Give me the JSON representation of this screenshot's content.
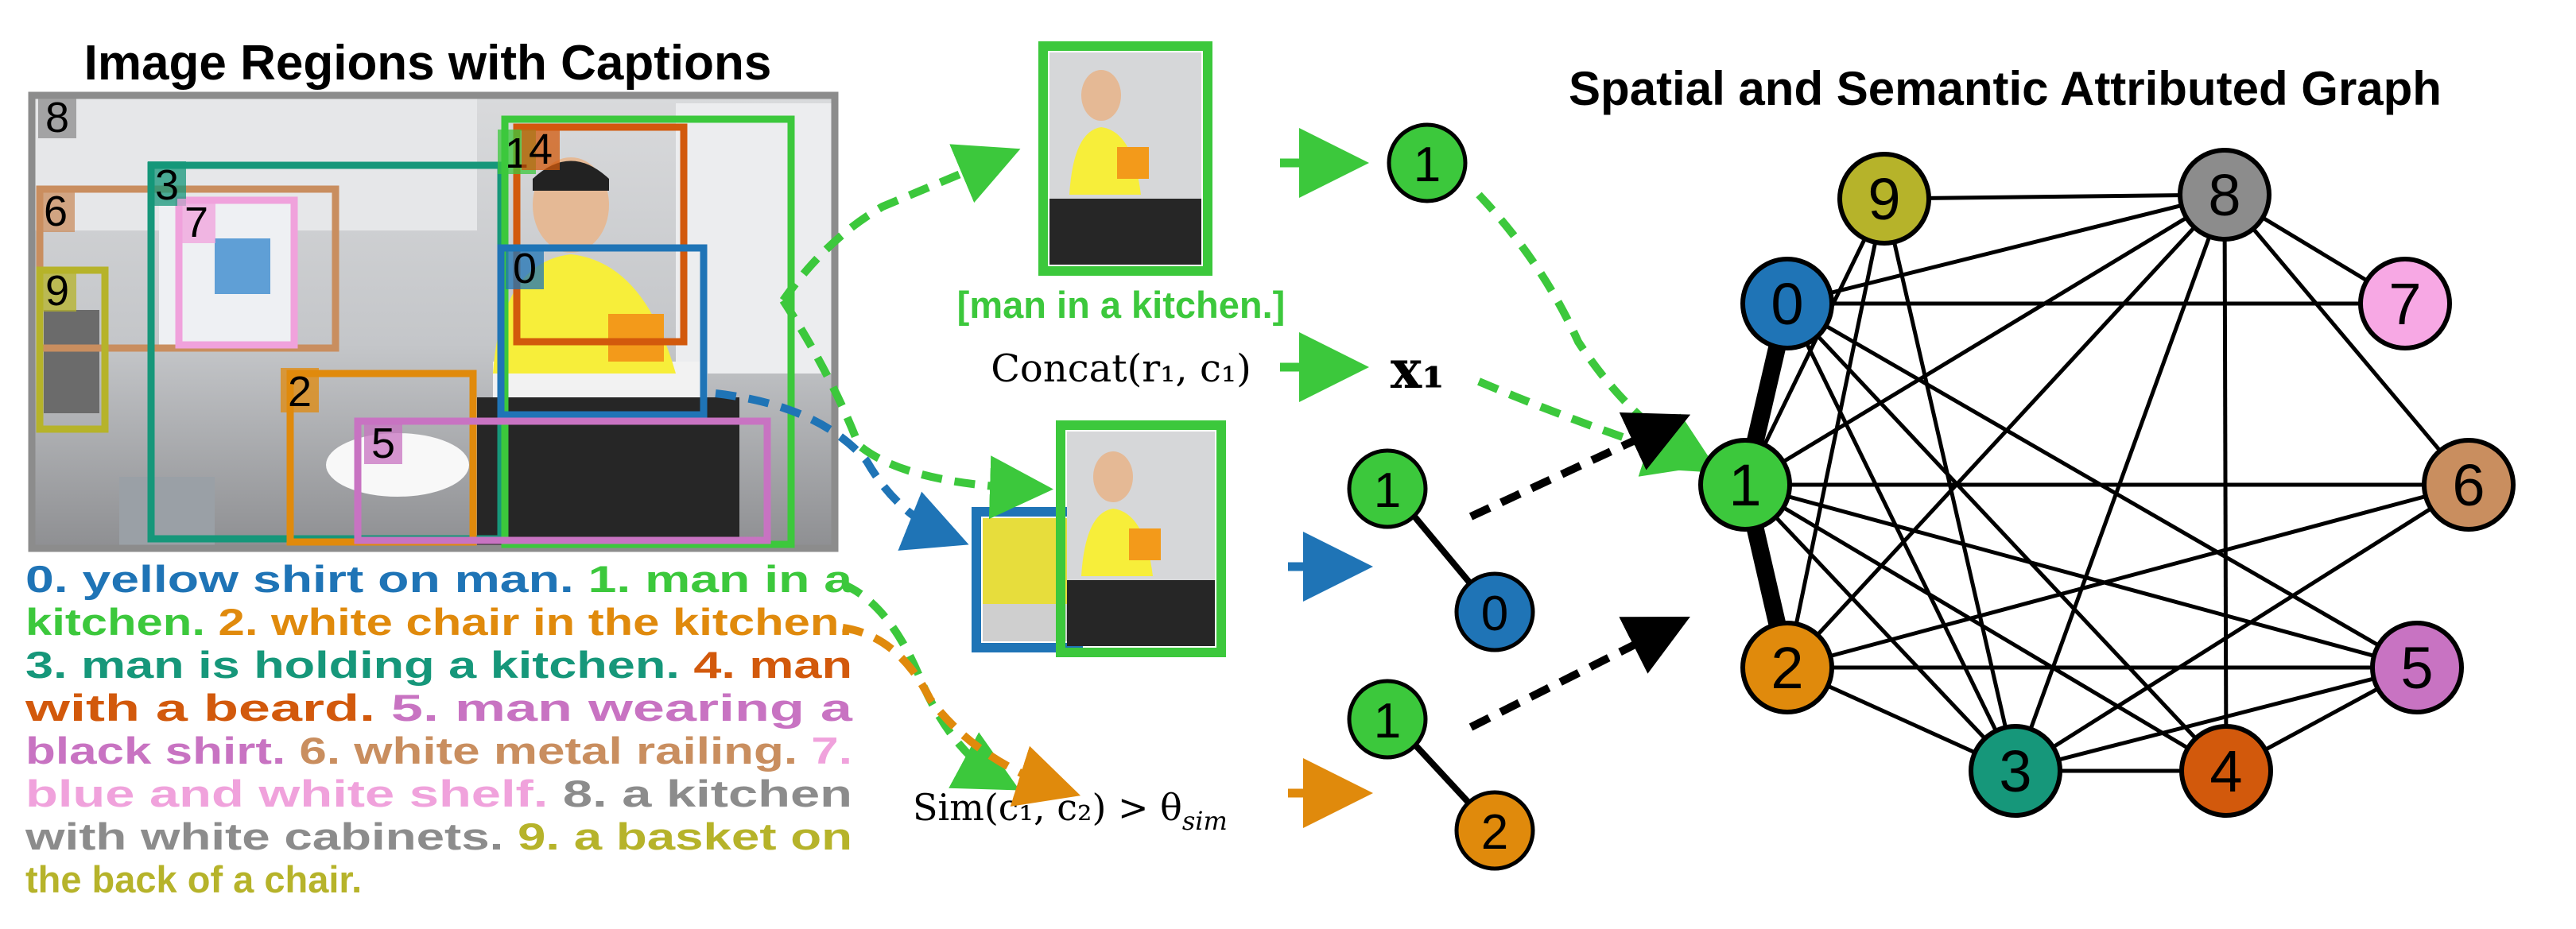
{
  "left_title": "Image Regions with Captions",
  "right_title": "Spatial and Semantic Attributed Graph",
  "region_labels": [
    "0",
    "1",
    "2",
    "3",
    "4",
    "5",
    "6",
    "7",
    "8",
    "9"
  ],
  "captions": [
    {
      "num": "0.",
      "text": "yellow shirt on man.",
      "color": "#1f74b6"
    },
    {
      "num": "1.",
      "text": "man in a kitchen.",
      "color": "#3cc83c"
    },
    {
      "num": "2.",
      "text": "white chair in the kitchen.",
      "color": "#e08a0c"
    },
    {
      "num": "3.",
      "text": "man is holding a kitchen.",
      "color": "#16977a"
    },
    {
      "num": "4.",
      "text": "man with a beard.",
      "color": "#d2590c"
    },
    {
      "num": "5.",
      "text": "man wearing a black shirt.",
      "color": "#c873c2"
    },
    {
      "num": "6.",
      "text": "white metal railing.",
      "color": "#c98e5f"
    },
    {
      "num": "7.",
      "text": "blue and white shelf.",
      "color": "#f0a2dc"
    },
    {
      "num": "8.",
      "text": "a kitchen with white cabinets.",
      "color": "#8c8c8c"
    },
    {
      "num": "9.",
      "text": "a basket on the back of a chair.",
      "color": "#b6b32a"
    }
  ],
  "caption_lines": [
    [
      [
        "0",
        "0. yellow shirt on man. "
      ],
      [
        "1",
        "1. man in a"
      ]
    ],
    [
      [
        "1",
        "kitchen. "
      ],
      [
        "2",
        "2. white chair in the kitchen."
      ]
    ],
    [
      [
        "3",
        "3. man is holding a kitchen. "
      ],
      [
        "4",
        "4. man"
      ]
    ],
    [
      [
        "4",
        "with a beard. "
      ],
      [
        "5",
        "5. man wearing a"
      ]
    ],
    [
      [
        "5",
        "black shirt. "
      ],
      [
        "6",
        "6. white metal railing. "
      ],
      [
        "7",
        "7."
      ]
    ],
    [
      [
        "7",
        "blue and white shelf. "
      ],
      [
        "8",
        "8. a kitchen"
      ]
    ],
    [
      [
        "8",
        "with white cabinets. "
      ],
      [
        "9",
        "9. a basket on"
      ]
    ],
    [
      [
        "9",
        "the back of a chair."
      ]
    ]
  ],
  "middle": {
    "crop_caption": "[man in a kitchen.]",
    "concat_label": "Concat(r₁, c₁)",
    "x_label": "x₁",
    "sim_label": "Sim(c₁, c₂) > θ",
    "sim_subscript": "sim",
    "node_1": "1",
    "pair_top": [
      "1",
      "0"
    ],
    "pair_bottom": [
      "1",
      "2"
    ]
  },
  "graph": {
    "nodes": [
      {
        "id": "0",
        "color": "#1f74b6",
        "text_color": "#000000"
      },
      {
        "id": "1",
        "color": "#3cc83c",
        "text_color": "#000000"
      },
      {
        "id": "2",
        "color": "#e08a0c",
        "text_color": "#000000"
      },
      {
        "id": "3",
        "color": "#16977a",
        "text_color": "#000000"
      },
      {
        "id": "4",
        "color": "#d2590c",
        "text_color": "#000000"
      },
      {
        "id": "5",
        "color": "#c873c2",
        "text_color": "#000000"
      },
      {
        "id": "6",
        "color": "#c98e5f",
        "text_color": "#000000"
      },
      {
        "id": "7",
        "color": "#f7a8e4",
        "text_color": "#000000"
      },
      {
        "id": "8",
        "color": "#8c8c8c",
        "text_color": "#000000"
      },
      {
        "id": "9",
        "color": "#b6b32a",
        "text_color": "#000000"
      }
    ],
    "edges": [
      [
        "0",
        "1",
        true
      ],
      [
        "1",
        "2",
        true
      ],
      [
        "0",
        "8",
        false
      ],
      [
        "0",
        "7",
        false
      ],
      [
        "0",
        "3",
        false
      ],
      [
        "0",
        "4",
        false
      ],
      [
        "0",
        "5",
        false
      ],
      [
        "9",
        "8",
        false
      ],
      [
        "9",
        "1",
        false
      ],
      [
        "9",
        "3",
        false
      ],
      [
        "9",
        "2",
        false
      ],
      [
        "8",
        "1",
        false
      ],
      [
        "8",
        "2",
        false
      ],
      [
        "8",
        "3",
        false
      ],
      [
        "8",
        "4",
        false
      ],
      [
        "8",
        "7",
        false
      ],
      [
        "8",
        "6",
        false
      ],
      [
        "1",
        "3",
        false
      ],
      [
        "1",
        "4",
        false
      ],
      [
        "1",
        "5",
        false
      ],
      [
        "1",
        "6",
        false
      ],
      [
        "2",
        "3",
        false
      ],
      [
        "2",
        "5",
        false
      ],
      [
        "2",
        "6",
        false
      ],
      [
        "3",
        "4",
        false
      ],
      [
        "3",
        "5",
        false
      ],
      [
        "3",
        "6",
        false
      ],
      [
        "4",
        "5",
        false
      ]
    ]
  },
  "colors": {
    "green": "#3cc83c",
    "blue": "#1f74b6",
    "orange": "#e08a0c",
    "black": "#000000"
  }
}
